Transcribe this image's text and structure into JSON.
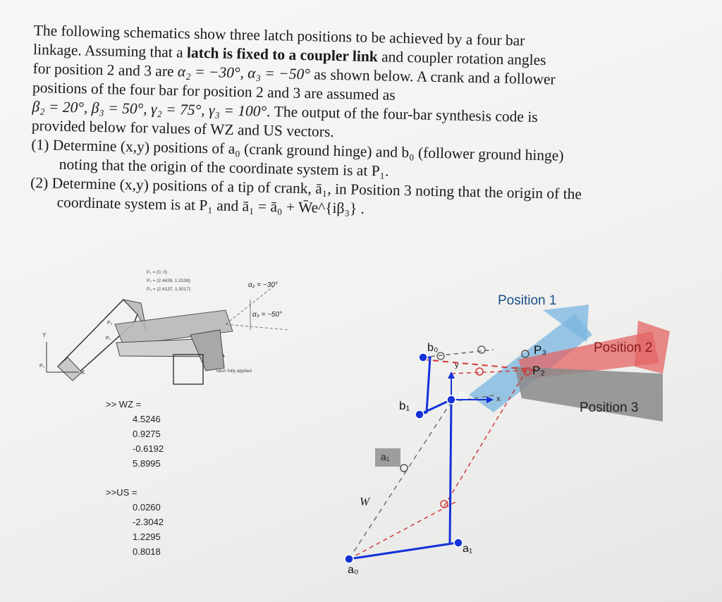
{
  "problem": {
    "line1": "The following schematics show three latch positions to be achieved by a four bar",
    "line2a": "linkage. Assuming that a ",
    "line2b": "latch is fixed to a coupler link",
    "line2c": " and coupler rotation angles",
    "line3a": "for position 2 and 3 are ",
    "line3b": "α₂ = −30°, α₃ = −50°",
    "line3c": " as shown below.  A crank and a follower",
    "line4": "positions of the four bar for position 2 and 3 are assumed as",
    "line5a": "β₂ = 20°, β₃ = 50°, γ₂ = 75°, γ₃ = 100°",
    "line5b": ". The output of the four-bar synthesis code is",
    "line6": "provided below for values of WZ and US vectors.",
    "item1a": "(1) Determine (x,y) positions of a₀ (crank ground hinge) and b₀ (follower ground hinge)",
    "item1b": "noting that the origin of the coordinate system is at P₁.",
    "item2a": "(2) Determine (x,y) positions of a tip of crank, ā₁, in Position 3 noting that the origin of the",
    "item2b": "coordinate system is at P₁ and ā₁ = ā₀ + W̄e^{iβ₃} ."
  },
  "schematic": {
    "p1": "P₁ = (0, 0)",
    "p2": "P₂ = (2.4426, 1.0108)",
    "p3": "P₃ = (2.4137, 1.5017)",
    "alpha2": "α₂ = −30°",
    "alpha3": "α₃ = −50°",
    "latch_label": "latch fully applied",
    "y_axis": "Y",
    "x_axis": "X",
    "p1_label": "P₁",
    "p2_label": "P₂",
    "p3_label": "P₃"
  },
  "console": {
    "wz_label": ">> WZ =",
    "wz_values": [
      "4.5246",
      "0.9275",
      "-0.6192",
      "5.8995"
    ],
    "us_label": ">>US =",
    "us_values": [
      "0.0260",
      "-2.3042",
      "1.2295",
      "0.8018"
    ]
  },
  "diagram": {
    "position1": "Position 1",
    "position2": "Position 2",
    "position3": "Position 3",
    "b0": "b₀",
    "b1": "b₁",
    "a0": "a₀",
    "a1": "a₁",
    "a1_box": "a₁",
    "p1": "P₁",
    "p2": "P₂",
    "p3": "P₃",
    "x": "x",
    "y": "y",
    "w": "W",
    "colors": {
      "position1": "#7ab6e0",
      "position2": "#e46464",
      "position3": "#8a8a8a",
      "linkage": "#1432d8"
    }
  }
}
